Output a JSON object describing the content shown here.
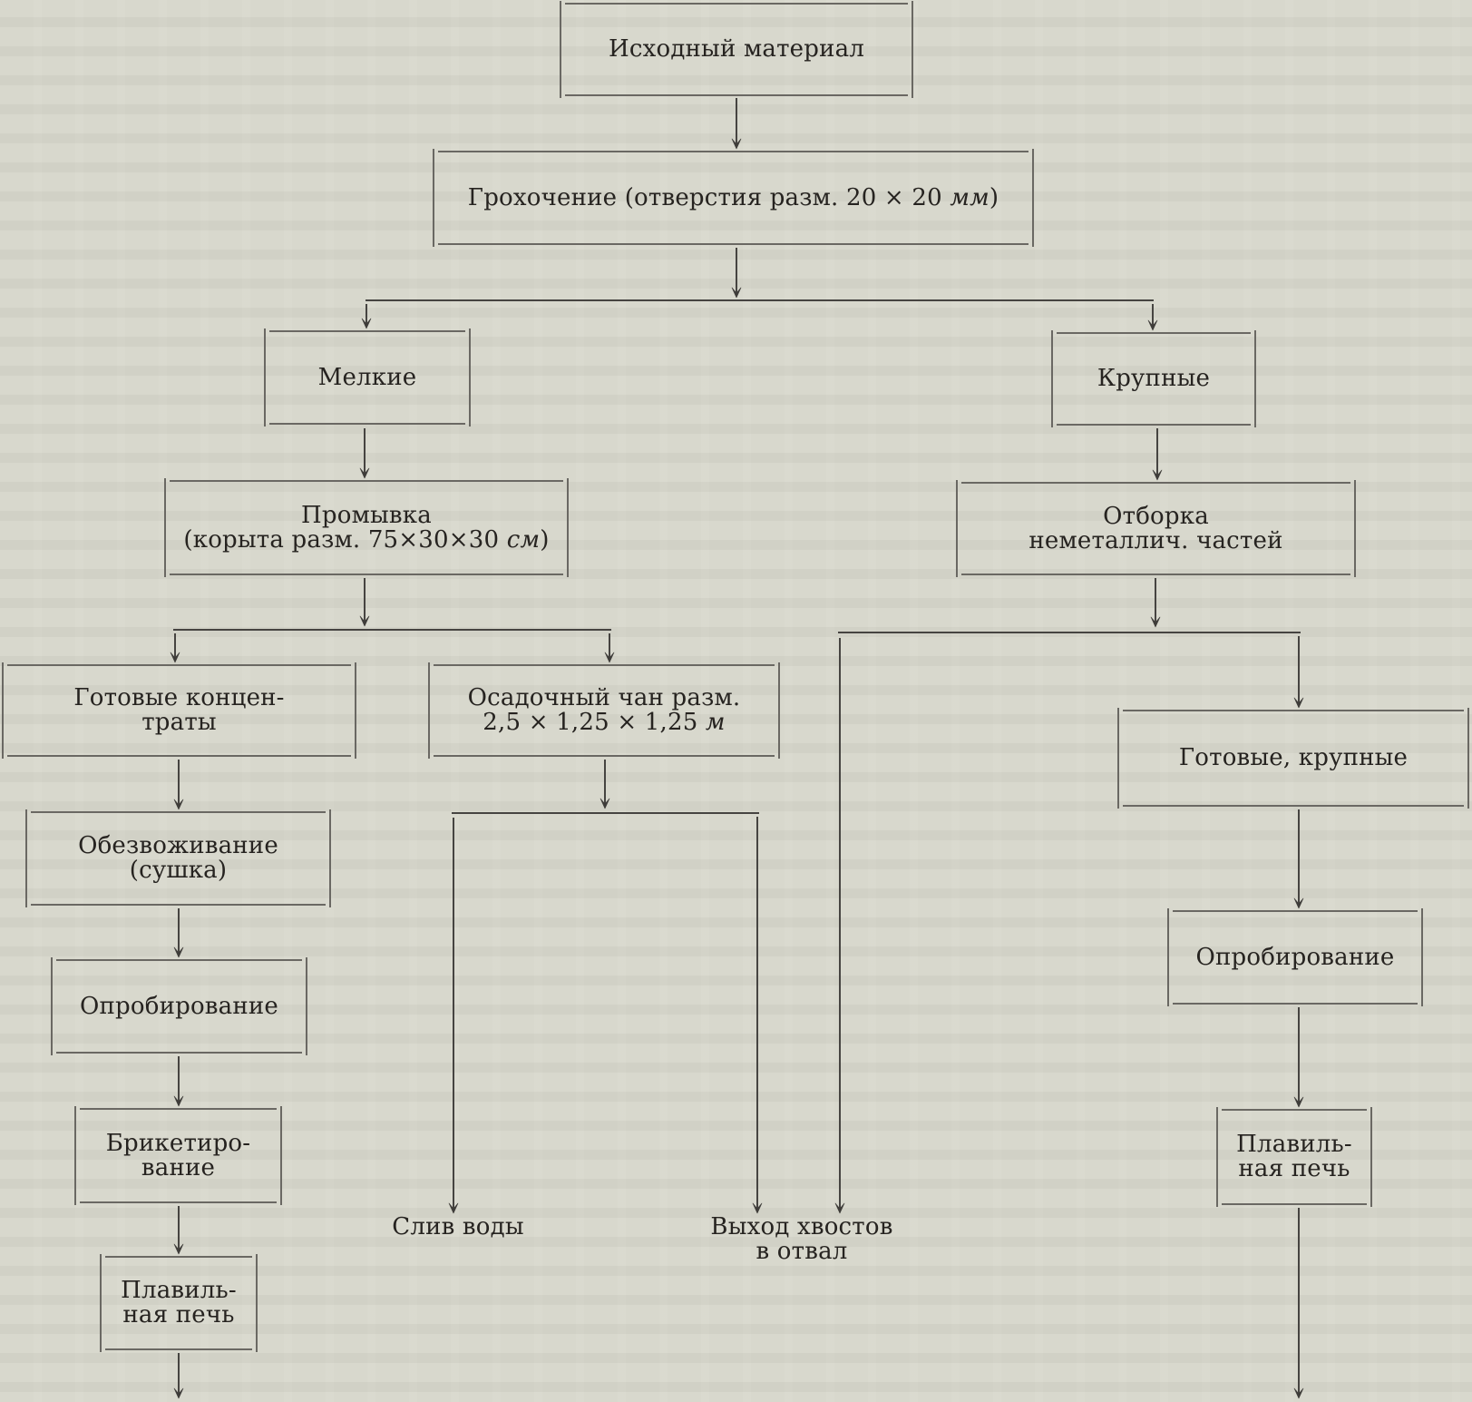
{
  "nodes": [
    {
      "id": "source-material",
      "lines": [
        {
          "text": "Исходный материал"
        }
      ]
    },
    {
      "id": "screening",
      "lines": [
        {
          "text": "Грохочение (отверстия разм. 20 × 20 ",
          "unit": "мм",
          "after": ")"
        }
      ]
    },
    {
      "id": "fines",
      "lines": [
        {
          "text": "Мелкие"
        }
      ]
    },
    {
      "id": "coarse",
      "lines": [
        {
          "text": "Крупные"
        }
      ]
    },
    {
      "id": "washing",
      "lines": [
        {
          "text": "Промывка"
        },
        {
          "text": "(корыта разм. 75×30×30 ",
          "unit": "см",
          "after": ")"
        }
      ]
    },
    {
      "id": "sorting",
      "lines": [
        {
          "text": "Отборка"
        },
        {
          "text": "неметаллич. частей"
        }
      ]
    },
    {
      "id": "finished-concentrates",
      "lines": [
        {
          "text": "Готовые концен-"
        },
        {
          "text": "траты"
        }
      ]
    },
    {
      "id": "settling-tank",
      "lines": [
        {
          "text": "Осадочный чан разм."
        },
        {
          "text": "2,5 × 1,25 × 1,25 ",
          "unit": "м"
        }
      ]
    },
    {
      "id": "dewatering",
      "lines": [
        {
          "text": "Обезвоживание"
        },
        {
          "text": "(сушка)"
        }
      ]
    },
    {
      "id": "sampling-fines",
      "lines": [
        {
          "text": "Опробирование"
        }
      ]
    },
    {
      "id": "briquetting",
      "lines": [
        {
          "text": "Брикетиро-"
        },
        {
          "text": "вание"
        }
      ]
    },
    {
      "id": "smelting-furnace-fines",
      "lines": [
        {
          "text": "Плавиль-"
        },
        {
          "text": "ная печь"
        }
      ]
    },
    {
      "id": "finished-coarse",
      "lines": [
        {
          "text": "Готовые, крупные"
        }
      ]
    },
    {
      "id": "sampling-coarse",
      "lines": [
        {
          "text": "Опробирование"
        }
      ]
    },
    {
      "id": "smelting-furnace-coarse",
      "lines": [
        {
          "text": "Плавиль-"
        },
        {
          "text": "ная печь"
        }
      ]
    }
  ],
  "terminals": [
    {
      "id": "water-discharge",
      "lines": [
        "Слив воды"
      ]
    },
    {
      "id": "tailings-to-dump",
      "lines": [
        "Выход хвостов",
        "в отвал"
      ]
    }
  ],
  "edges": [
    {
      "from": "source-material",
      "to": "screening"
    },
    {
      "from": "screening",
      "to": "fines"
    },
    {
      "from": "screening",
      "to": "coarse"
    },
    {
      "from": "fines",
      "to": "washing"
    },
    {
      "from": "washing",
      "to": "finished-concentrates"
    },
    {
      "from": "washing",
      "to": "settling-tank"
    },
    {
      "from": "finished-concentrates",
      "to": "dewatering"
    },
    {
      "from": "dewatering",
      "to": "sampling-fines"
    },
    {
      "from": "sampling-fines",
      "to": "briquetting"
    },
    {
      "from": "briquetting",
      "to": "smelting-furnace-fines"
    },
    {
      "from": "smelting-furnace-fines",
      "to": null
    },
    {
      "from": "settling-tank",
      "to": "water-discharge"
    },
    {
      "from": "settling-tank",
      "to": "tailings-to-dump"
    },
    {
      "from": "coarse",
      "to": "sorting"
    },
    {
      "from": "sorting",
      "to": "tailings-to-dump"
    },
    {
      "from": "sorting",
      "to": "finished-coarse"
    },
    {
      "from": "finished-coarse",
      "to": "sampling-coarse"
    },
    {
      "from": "sampling-coarse",
      "to": "smelting-furnace-coarse"
    },
    {
      "from": "smelting-furnace-coarse",
      "to": null
    }
  ]
}
